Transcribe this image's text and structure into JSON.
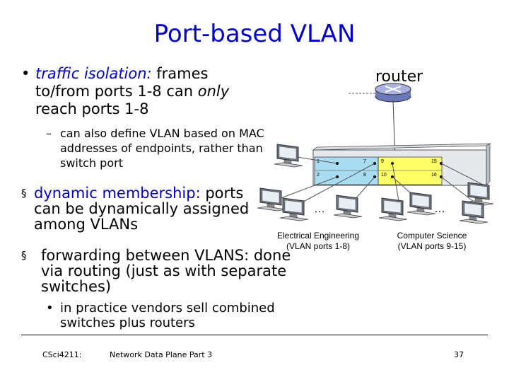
{
  "title": "Port-based VLAN",
  "bullet1": {
    "marker": "•",
    "lead": "traffic isolation:",
    "frames": " frames to/from ports 1-8 can ",
    "only": "only",
    "rest": " reach ports 1-8"
  },
  "sub1": {
    "marker": "–",
    "text": "can also define VLAN based on MAC addresses of endpoints, rather than switch port"
  },
  "bullet2": {
    "marker": "§",
    "lead": "dynamic membership:",
    "rest": " ports can be dynamically assigned among VLANs"
  },
  "bullet3": {
    "marker": "§",
    "text": "forwarding between VLANS: done via routing (just as with separate switches)"
  },
  "sub2": {
    "marker": "•",
    "text": "in practice vendors sell combined switches plus routers"
  },
  "diagram": {
    "router_label": "router",
    "ports": [
      "1",
      "2",
      "7",
      "8",
      "9",
      "10",
      "15",
      "16"
    ],
    "ellipsis_left": "…",
    "ellipsis_right": "…",
    "ee_caption_line1": "Electrical Engineering",
    "ee_caption_line2": "(VLAN ports 1-8)",
    "cs_caption_line1": "Computer Science",
    "cs_caption_line2": "(VLAN ports 9-15)",
    "colors": {
      "left_vlan": "#a8dcf0",
      "right_vlan": "#ffff66",
      "router": "#9aa4d8"
    }
  },
  "footer": {
    "course": "CSci4211:",
    "topic": "Network Data Plane Part 3",
    "page": "37"
  }
}
